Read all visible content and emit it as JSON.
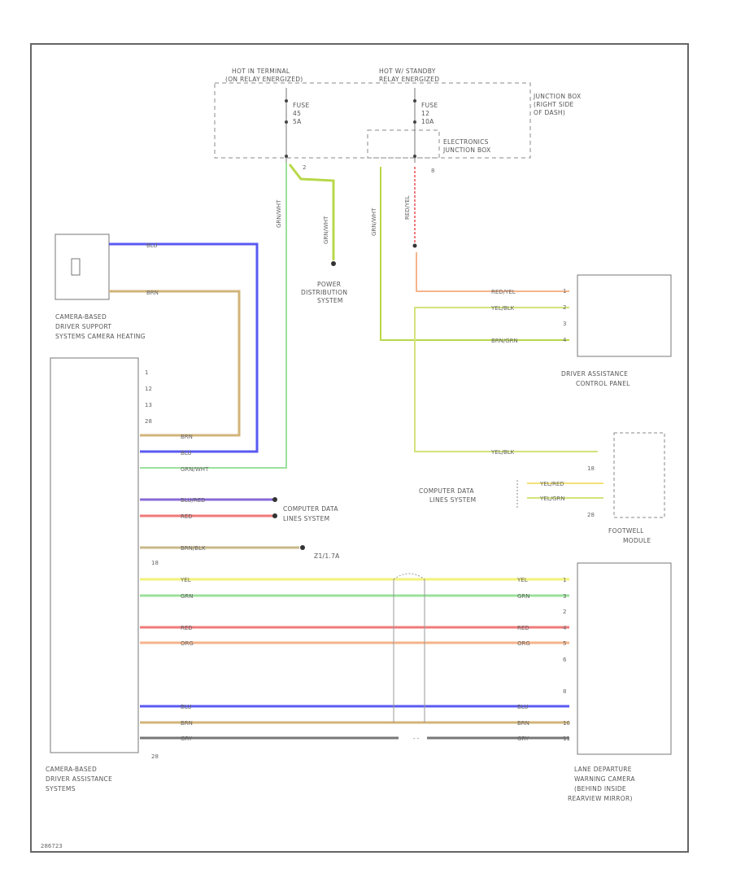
{
  "diagram": {
    "hot_at_terminal": [
      "HOT IN TERMINAL",
      "(ON RELAY ENERGIZED)"
    ],
    "hot_at_standby": [
      "HOT W/ STANDBY",
      "RELAY ENERGIZED"
    ],
    "junction_box": [
      "JUNCTION BOX",
      "(RIGHT SIDE",
      "OF DASH)"
    ],
    "electronics_box": [
      "ELECTRONICS",
      "JUNCTION BOX"
    ],
    "fuse_left": [
      "FUSE",
      "45",
      "5A"
    ],
    "fuse_right": [
      "FUSE",
      "12",
      "10A"
    ],
    "fuse_left_pin": "2",
    "fuse_right_pin": "8",
    "power_distribution": [
      "POWER",
      "DISTRIBUTION",
      "SYSTEM"
    ],
    "camera_heating": [
      "CAMERA-BASED",
      "DRIVER SUPPORT",
      "SYSTEMS CAMERA HEATING"
    ],
    "camera_module": [
      "CAMERA-BASED",
      "DRIVER ASSISTANCE",
      "SYSTEMS"
    ],
    "control_panel": [
      "DRIVER ASSISTANCE",
      "CONTROL PANEL"
    ],
    "footwell_module": [
      "FOOTWELL",
      "MODULE"
    ],
    "computer_data_left": [
      "COMPUTER DATA",
      "LINES SYSTEM"
    ],
    "computer_data_right": [
      "COMPUTER DATA",
      "LINES SYSTEM"
    ],
    "lane_camera": [
      "LANE DEPARTURE",
      "WARNING CAMERA",
      "(BEHIND INSIDE",
      "REARVIEW MIRROR)"
    ],
    "ground_ref": "Z1/1.7A",
    "footer_code": "286723",
    "camera_pins_top": [
      "1",
      "12",
      "13",
      "28"
    ],
    "camera_pin_18": "18",
    "camera_pin_28": "28",
    "panel_pins": [
      "1",
      "2",
      "3",
      "4"
    ],
    "footwell_pins": [
      "18",
      "28"
    ],
    "lane_pins": [
      "1",
      "3",
      "2",
      "4",
      "5",
      "6",
      "8",
      "10",
      "11"
    ],
    "wires": {
      "blu": "BLU",
      "brn": "BRN",
      "grn_wht": "GRN/WHT",
      "blu_red": "BLU/RED",
      "red": "RED",
      "brn_blk": "BRN/BLK",
      "yel": "YEL",
      "grn": "GRN",
      "org": "ORG",
      "gry": "GRY",
      "red_yel": "RED/YEL",
      "yel_blk": "YEL/BLK",
      "brn_grn": "BRN/GRN",
      "yel_red": "YEL/RED",
      "yel_grn": "YEL/GRN"
    },
    "colors": {
      "blue": "#5a5af2",
      "brown": "#d2b47a",
      "green_light": "#9be09b",
      "green_dark": "#b8d84a",
      "red": "#f07a7a",
      "orange": "#f6b48a",
      "yellow": "#f2f27a",
      "purple": "#8a6ad8",
      "gray": "#888888",
      "olive": "#c9b88a"
    }
  }
}
